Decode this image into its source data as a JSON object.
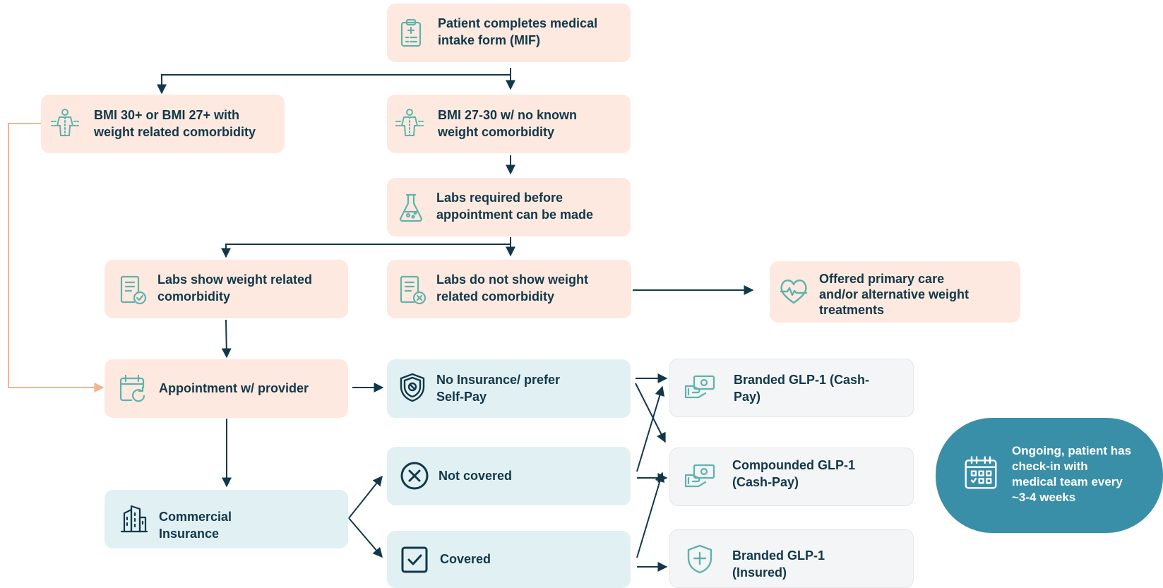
{
  "colors": {
    "peach_box": "#fde9df",
    "teal_box": "#e1f0f2",
    "grey_box": "#f4f5f6",
    "dark_box": "#3a8fa8",
    "arrow": "#11384a",
    "bypass_arrow": "#f4b48f",
    "icon": "#5fb3ad",
    "text": "#11384a"
  },
  "nodes": {
    "intake": {
      "text": "Patient completes medical\nintake form (MIF)",
      "icon": "clipboard-icon"
    },
    "bmi_high": {
      "text": "BMI 30+ or BMI 27+ with\nweight related comorbidity",
      "icon": "body-measure-icon"
    },
    "bmi_mid": {
      "text": "BMI 27-30 w/ no known\nweight comorbidity",
      "icon": "body-measure-icon"
    },
    "labs_required": {
      "text": "Labs required before\nappointment can be made",
      "icon": "flask-icon"
    },
    "labs_show": {
      "text": "Labs show weight related\ncomorbidity",
      "icon": "document-check-icon"
    },
    "labs_not_show": {
      "text": "Labs do not show weight\nrelated comorbidity",
      "icon": "document-x-icon"
    },
    "primary_care": {
      "text": "Offered primary care\nand/or alternative weight\ntreatments",
      "icon": "heart-pulse-icon"
    },
    "appointment": {
      "text": "Appointment w/ provider",
      "icon": "calendar-refresh-icon"
    },
    "no_insurance": {
      "text": "No Insurance/ prefer\nSelf-Pay",
      "icon": "shield-ban-icon"
    },
    "not_covered": {
      "text": "Not covered",
      "icon": "circle-x-icon"
    },
    "covered": {
      "text": "Covered",
      "icon": "checkbox-icon"
    },
    "commercial": {
      "text": "Commercial\nInsurance",
      "icon": "building-icon"
    },
    "branded_cash": {
      "text": "Branded GLP-1 (Cash-\nPay)",
      "icon": "cash-hand-icon"
    },
    "compounded_cash": {
      "text": "Compounded GLP-1\n(Cash-Pay)",
      "icon": "cash-hand-icon"
    },
    "branded_insured": {
      "text": "Branded GLP-1\n(Insured)",
      "icon": "shield-plus-icon"
    },
    "ongoing": {
      "text": "Ongoing, patient has\ncheck-in with\nmedical team every\n~3-4 weeks",
      "icon": "calendar-grid-icon"
    }
  }
}
